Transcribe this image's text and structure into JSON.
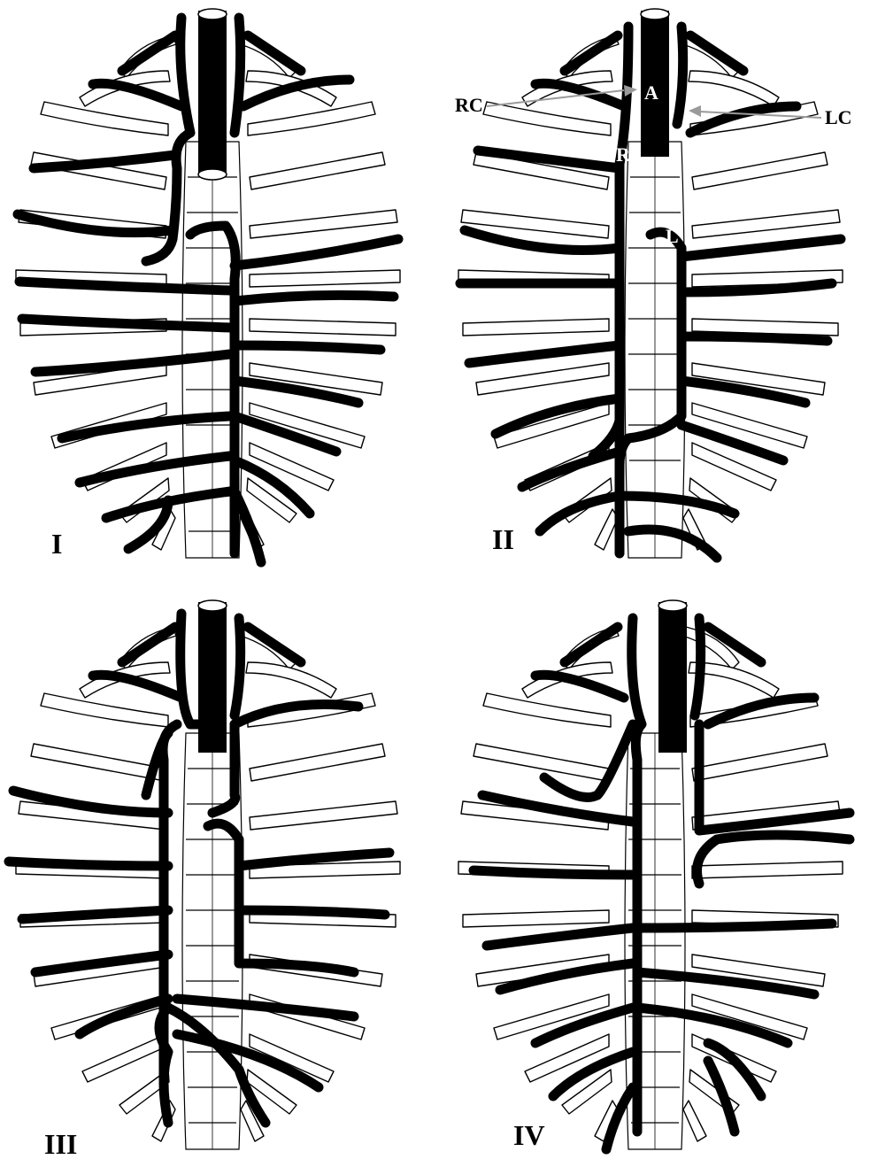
{
  "panels": [
    {
      "label": "I",
      "variant": "I"
    },
    {
      "label": "II",
      "variant": "II"
    },
    {
      "label": "III",
      "variant": "III"
    },
    {
      "label": "IV",
      "variant": "IV"
    }
  ],
  "annotations": {
    "A": "A",
    "R": "R",
    "L": "L",
    "RC": "RC",
    "LC": "LC"
  },
  "colors": {
    "vessel": "#000000",
    "rib_outline": "#000000",
    "rib_fill": "#ffffff",
    "arrow": "#9a9a9a"
  },
  "icons": {
    "vessel": "black-tube",
    "rib": "white-cylinder"
  }
}
